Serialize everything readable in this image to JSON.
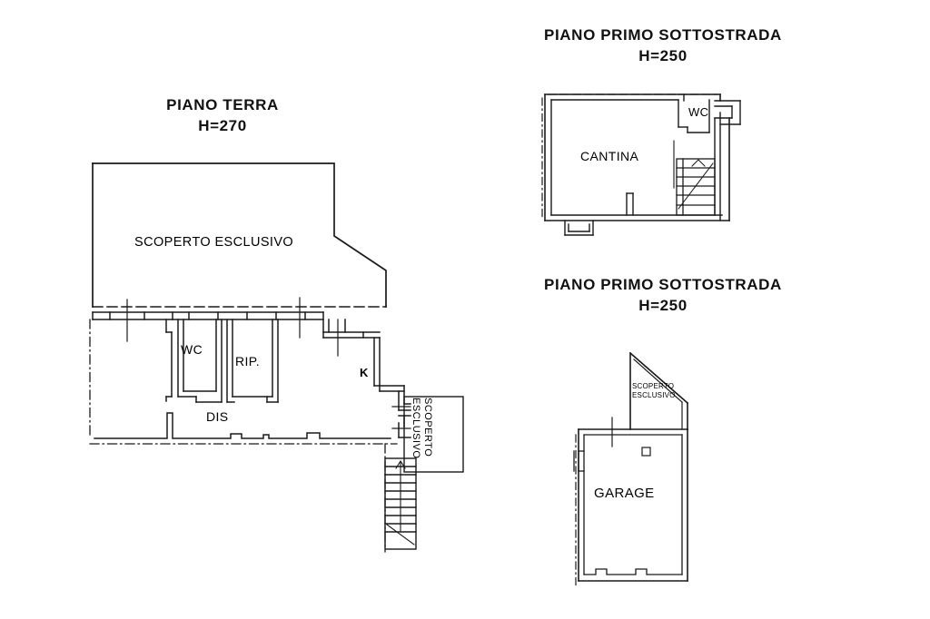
{
  "document": {
    "kind": "floor-plan-sheet",
    "background": "#ffffff",
    "ink": "#000000"
  },
  "plans": [
    {
      "id": "piano-terra",
      "title_line1": "PIANO TERRA",
      "title_line2": "H=270",
      "labels": {
        "outdoor": "SCOPERTO ESCLUSIVO",
        "wc": "WC",
        "rip": "RIP.",
        "dis": "DIS",
        "kitchen": "K",
        "stair_outdoor_line1": "SCOPERTO",
        "stair_outdoor_line2": "ESCLUSIVO"
      }
    },
    {
      "id": "piano-primo-sottostrada-cantina",
      "title_line1": "PIANO PRIMO SOTTOSTRADA",
      "title_line2": "H=250",
      "labels": {
        "cantina": "CANTINA",
        "wc": "WC"
      }
    },
    {
      "id": "piano-primo-sottostrada-garage",
      "title_line1": "PIANO PRIMO SOTTOSTRADA",
      "title_line2": "H=250",
      "labels": {
        "garage": "GARAGE",
        "outdoor_line1": "SCOPERTO",
        "outdoor_line2": "ESCLUSIVO"
      }
    }
  ]
}
